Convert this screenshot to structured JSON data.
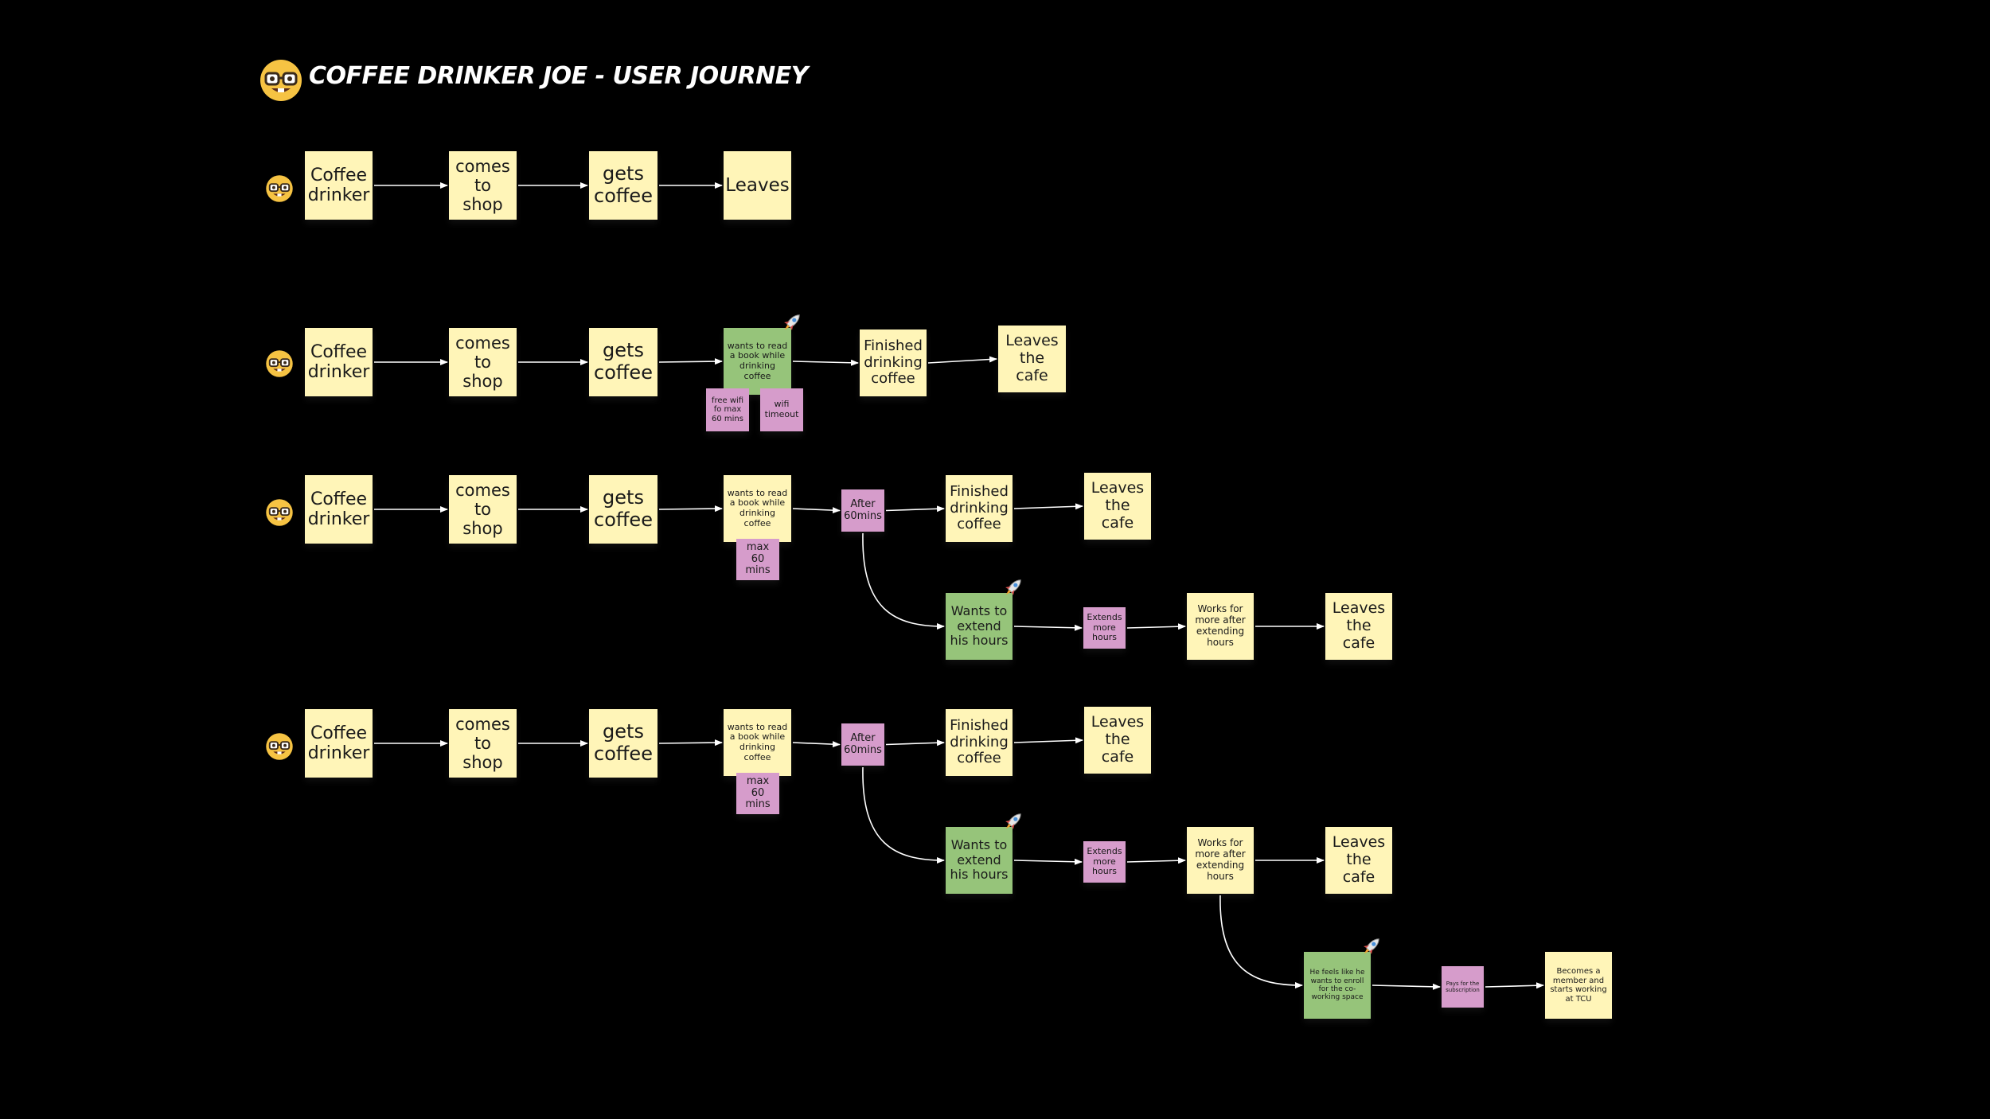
{
  "board": {
    "title": "COFFEE DRINKER JOE - USER JOURNEY",
    "colors": {
      "background": "#000000",
      "yellow_note": "#fff5b8",
      "green_note": "#96c47a",
      "pink_note": "#d69ccb",
      "connector": "#ffffff"
    },
    "icons": {
      "title": "nerd-face-icon",
      "persona": "nerd-face-icon",
      "highlight": "rocket-icon"
    }
  },
  "journeys": [
    {
      "id": "journey-1",
      "notes": [
        {
          "id": "j1-coffee-drinker",
          "text": "Coffee drinker",
          "color": "yellow"
        },
        {
          "id": "j1-comes-to-shop",
          "text": "comes to shop",
          "color": "yellow"
        },
        {
          "id": "j1-gets-coffee",
          "text": "gets coffee",
          "color": "yellow"
        },
        {
          "id": "j1-leaves",
          "text": "Leaves",
          "color": "yellow"
        }
      ]
    },
    {
      "id": "journey-2",
      "notes": [
        {
          "id": "j2-coffee-drinker",
          "text": "Coffee drinker",
          "color": "yellow"
        },
        {
          "id": "j2-comes-to-shop",
          "text": "comes to shop",
          "color": "yellow"
        },
        {
          "id": "j2-gets-coffee",
          "text": "gets coffee",
          "color": "yellow"
        },
        {
          "id": "j2-wants-to-read",
          "text": "wants to read a book while drinking coffee",
          "color": "green"
        },
        {
          "id": "j2-free-wifi",
          "text": "free wifi fo max 60 mins",
          "color": "pink"
        },
        {
          "id": "j2-wifi-timeout",
          "text": "wifi timeout",
          "color": "pink"
        },
        {
          "id": "j2-finished-drinking",
          "text": "Finished drinking coffee",
          "color": "yellow"
        },
        {
          "id": "j2-leaves-the-cafe",
          "text": "Leaves the cafe",
          "color": "yellow"
        }
      ]
    },
    {
      "id": "journey-3",
      "notes": [
        {
          "id": "j3-coffee-drinker",
          "text": "Coffee drinker",
          "color": "yellow"
        },
        {
          "id": "j3-comes-to-shop",
          "text": "comes to shop",
          "color": "yellow"
        },
        {
          "id": "j3-gets-coffee",
          "text": "gets coffee",
          "color": "yellow"
        },
        {
          "id": "j3-wants-to-read",
          "text": "wants to read a book while drinking coffee",
          "color": "yellow"
        },
        {
          "id": "j3-max-60-mins",
          "text": "max 60 mins",
          "color": "pink"
        },
        {
          "id": "j3-after-60mins",
          "text": "After 60mins",
          "color": "pink"
        },
        {
          "id": "j3-finished-drinking",
          "text": "Finished drinking coffee",
          "color": "yellow"
        },
        {
          "id": "j3-leaves-the-cafe",
          "text": "Leaves the cafe",
          "color": "yellow"
        },
        {
          "id": "j3-wants-to-extend",
          "text": "Wants to extend his hours",
          "color": "green"
        },
        {
          "id": "j3-extends-more-hours",
          "text": "Extends more hours",
          "color": "pink"
        },
        {
          "id": "j3-works-for-more",
          "text": "Works for more after extending hours",
          "color": "yellow"
        },
        {
          "id": "j3-leaves-the-cafe-2",
          "text": "Leaves the cafe",
          "color": "yellow"
        }
      ]
    },
    {
      "id": "journey-4",
      "notes": [
        {
          "id": "j4-coffee-drinker",
          "text": "Coffee drinker",
          "color": "yellow"
        },
        {
          "id": "j4-comes-to-shop",
          "text": "comes to shop",
          "color": "yellow"
        },
        {
          "id": "j4-gets-coffee",
          "text": "gets coffee",
          "color": "yellow"
        },
        {
          "id": "j4-wants-to-read",
          "text": "wants to read a book while drinking coffee",
          "color": "yellow"
        },
        {
          "id": "j4-max-60-mins",
          "text": "max 60 mins",
          "color": "pink"
        },
        {
          "id": "j4-after-60mins",
          "text": "After 60mins",
          "color": "pink"
        },
        {
          "id": "j4-finished-drinking",
          "text": "Finished drinking coffee",
          "color": "yellow"
        },
        {
          "id": "j4-leaves-the-cafe",
          "text": "Leaves the cafe",
          "color": "yellow"
        },
        {
          "id": "j4-wants-to-extend",
          "text": "Wants to extend his hours",
          "color": "green"
        },
        {
          "id": "j4-extends-more-hours",
          "text": "Extends more hours",
          "color": "pink"
        },
        {
          "id": "j4-works-for-more",
          "text": "Works for more after extending hours",
          "color": "yellow"
        },
        {
          "id": "j4-leaves-the-cafe-2",
          "text": "Leaves the cafe",
          "color": "yellow"
        },
        {
          "id": "j4-feels-like-enroll",
          "text": "He feels like he wants to enroll for the co-working space",
          "color": "green"
        },
        {
          "id": "j4-pays-subscription",
          "text": "Pays for the subscription",
          "color": "pink"
        },
        {
          "id": "j4-becomes-member",
          "text": "Becomes a member and starts working at TCU",
          "color": "yellow"
        }
      ]
    }
  ],
  "connectors": [
    {
      "from": "j1-coffee-drinker",
      "to": "j1-comes-to-shop"
    },
    {
      "from": "j1-comes-to-shop",
      "to": "j1-gets-coffee"
    },
    {
      "from": "j1-gets-coffee",
      "to": "j1-leaves"
    },
    {
      "from": "j2-coffee-drinker",
      "to": "j2-comes-to-shop"
    },
    {
      "from": "j2-comes-to-shop",
      "to": "j2-gets-coffee"
    },
    {
      "from": "j2-gets-coffee",
      "to": "j2-wants-to-read"
    },
    {
      "from": "j2-wants-to-read",
      "to": "j2-finished-drinking"
    },
    {
      "from": "j2-finished-drinking",
      "to": "j2-leaves-the-cafe"
    },
    {
      "from": "j3-coffee-drinker",
      "to": "j3-comes-to-shop"
    },
    {
      "from": "j3-comes-to-shop",
      "to": "j3-gets-coffee"
    },
    {
      "from": "j3-gets-coffee",
      "to": "j3-wants-to-read"
    },
    {
      "from": "j3-wants-to-read",
      "to": "j3-after-60mins"
    },
    {
      "from": "j3-after-60mins",
      "to": "j3-finished-drinking"
    },
    {
      "from": "j3-finished-drinking",
      "to": "j3-leaves-the-cafe"
    },
    {
      "from": "j3-after-60mins",
      "to": "j3-wants-to-extend",
      "style": "curve"
    },
    {
      "from": "j3-wants-to-extend",
      "to": "j3-extends-more-hours"
    },
    {
      "from": "j3-extends-more-hours",
      "to": "j3-works-for-more"
    },
    {
      "from": "j3-works-for-more",
      "to": "j3-leaves-the-cafe-2"
    },
    {
      "from": "j4-coffee-drinker",
      "to": "j4-comes-to-shop"
    },
    {
      "from": "j4-comes-to-shop",
      "to": "j4-gets-coffee"
    },
    {
      "from": "j4-gets-coffee",
      "to": "j4-wants-to-read"
    },
    {
      "from": "j4-wants-to-read",
      "to": "j4-after-60mins"
    },
    {
      "from": "j4-after-60mins",
      "to": "j4-finished-drinking"
    },
    {
      "from": "j4-finished-drinking",
      "to": "j4-leaves-the-cafe"
    },
    {
      "from": "j4-after-60mins",
      "to": "j4-wants-to-extend",
      "style": "curve"
    },
    {
      "from": "j4-wants-to-extend",
      "to": "j4-extends-more-hours"
    },
    {
      "from": "j4-extends-more-hours",
      "to": "j4-works-for-more"
    },
    {
      "from": "j4-works-for-more",
      "to": "j4-leaves-the-cafe-2"
    },
    {
      "from": "j4-works-for-more",
      "to": "j4-feels-like-enroll",
      "style": "curve"
    },
    {
      "from": "j4-feels-like-enroll",
      "to": "j4-pays-subscription"
    },
    {
      "from": "j4-pays-subscription",
      "to": "j4-becomes-member"
    }
  ],
  "rocket_markers": [
    "j2-wants-to-read",
    "j3-wants-to-extend",
    "j4-wants-to-extend",
    "j4-feels-like-enroll"
  ]
}
